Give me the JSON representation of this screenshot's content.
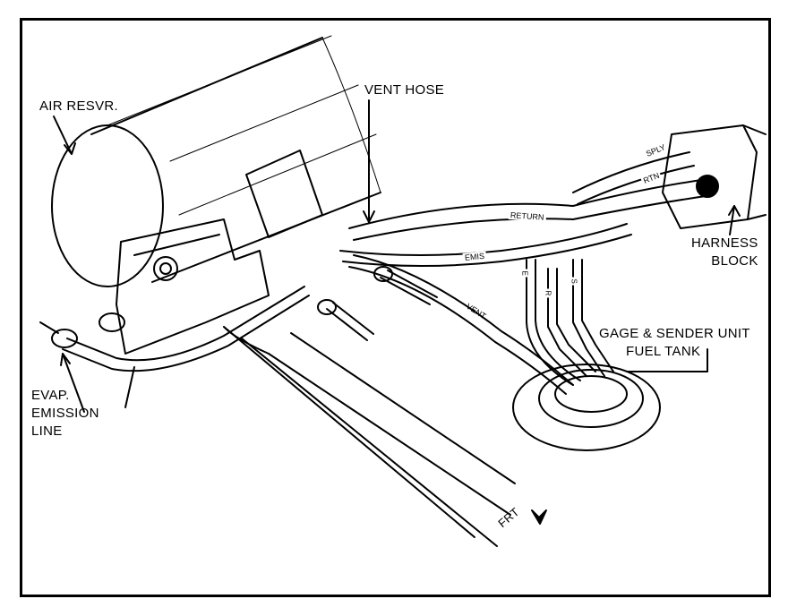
{
  "labels": {
    "air_reservoir": "AIR RESVR.",
    "vent_hose": "VENT HOSE",
    "harness_block_line1": "HARNESS",
    "harness_block_line2": "BLOCK",
    "gage_line1": "GAGE & SENDER UNIT",
    "gage_line2": "FUEL TANK",
    "evap_line1": "EVAP.",
    "evap_line2": "EMISSION",
    "evap_line3": "LINE",
    "front": "FRT"
  },
  "hose_markings": {
    "vent": "VENT",
    "emis": "EMIS",
    "return": "RETURN",
    "sply": "SPLY",
    "rtn": "RTN",
    "e": "E",
    "r": "R",
    "s": "S"
  },
  "colors": {
    "ink": "#000000",
    "paper": "#ffffff"
  }
}
